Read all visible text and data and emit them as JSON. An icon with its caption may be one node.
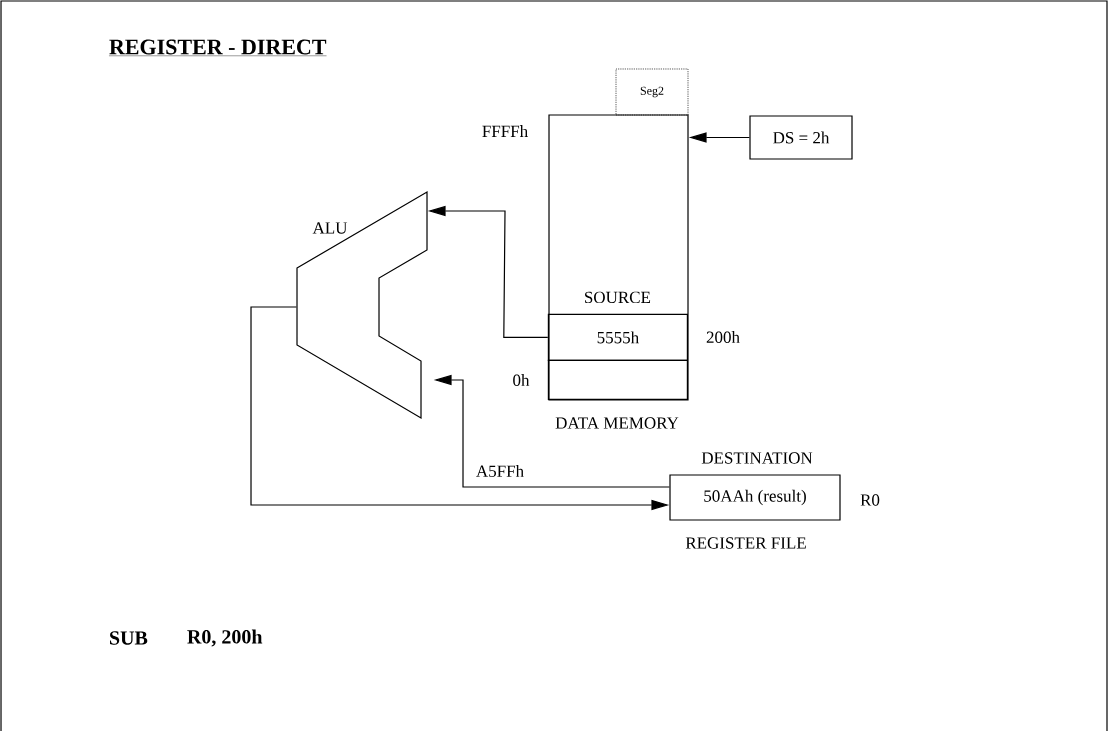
{
  "diagram": {
    "title": "REGISTER - DIRECT",
    "nodes": [
      {
        "text": [],
        "shape": "box",
        "beside": [
          "FFFFh",
          "0h",
          "DATA MEMORY"
        ]
      },
      {
        "text": [
          "Seg2"
        ]
      },
      {
        "text": [
          "SOURCE",
          "5555h"
        ],
        "in": 0,
        "beside": [
          "200h"
        ]
      },
      {
        "text": [],
        "shape": "box",
        "in": 0
      },
      {
        "text": [
          "DS = 2h"
        ]
      },
      {
        "text": [
          "ALU"
        ]
      },
      {
        "text": [
          "DESTINATION",
          "50AAh (result)"
        ],
        "beside": [
          "R0",
          "REGISTER FILE"
        ]
      }
    ],
    "edges": [
      {
        "from": 4,
        "to": 0,
        "arrow": "to"
      },
      {
        "from": 2,
        "to": 5,
        "arrow": "to"
      },
      {
        "from": 6,
        "to": 5,
        "arrow": "to",
        "label": "A5FFh"
      },
      {
        "from": 5,
        "to": 6,
        "arrow": "to"
      }
    ],
    "labels": [
      "SUB",
      "R0, 200h"
    ]
  }
}
